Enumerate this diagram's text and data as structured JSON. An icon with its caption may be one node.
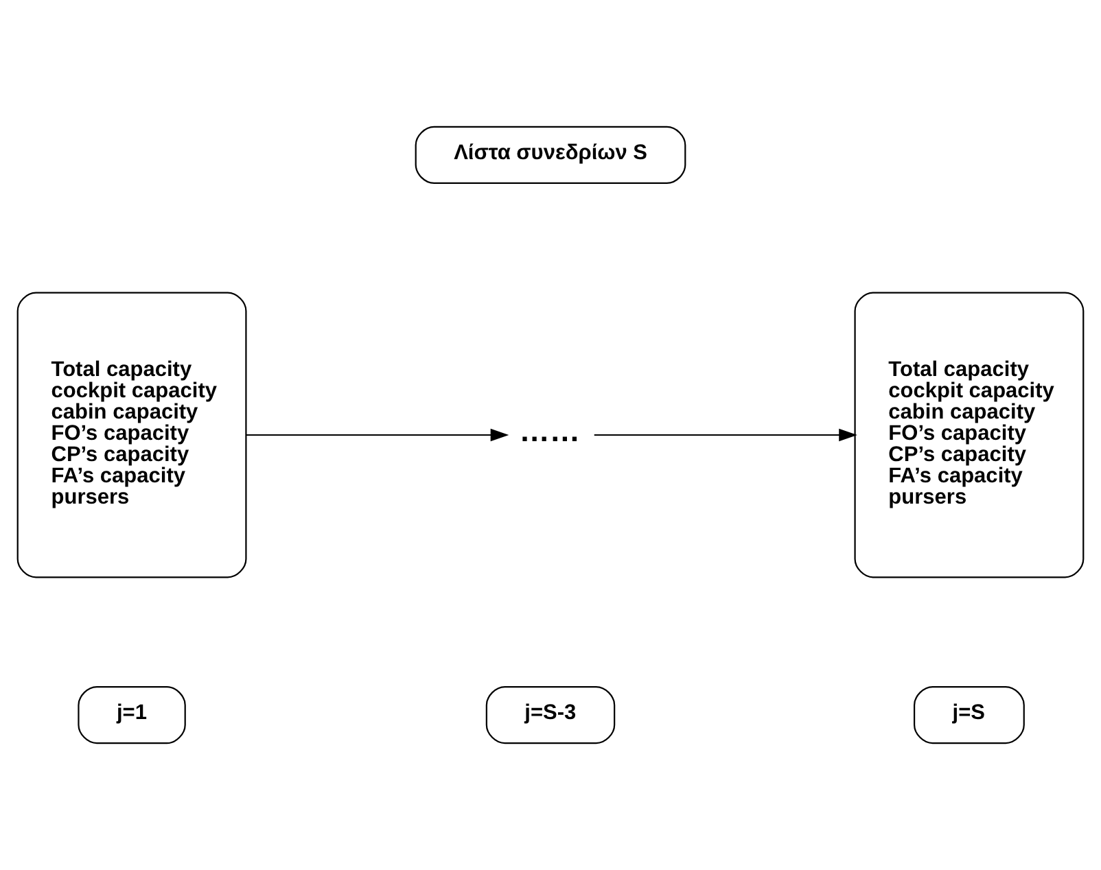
{
  "diagram": {
    "nodes": [
      {
        "text": [
          "Λίστα συνεδρίων S"
        ]
      },
      {
        "text": [
          "Total capacity cockpit capacity cabin capacity FO’s capacity CP’s capacity FA’s capacity pursers"
        ]
      },
      {
        "text": [
          "……"
        ]
      },
      {
        "text": [
          "Total capacity cockpit capacity cabin capacity FO’s capacity CP’s capacity FA’s capacity pursers"
        ]
      },
      {
        "text": [
          "j=1"
        ]
      },
      {
        "text": [
          "j=S-3"
        ]
      },
      {
        "text": [
          "j=S"
        ]
      }
    ],
    "edges": [
      {
        "from": 1,
        "to": 2,
        "arrow": "to"
      },
      {
        "from": 2,
        "to": 3,
        "arrow": "to"
      }
    ]
  }
}
